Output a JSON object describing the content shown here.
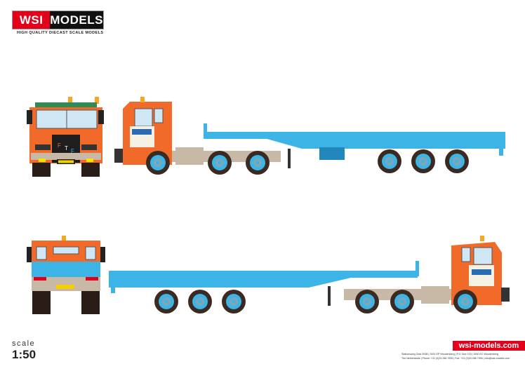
{
  "brand": {
    "logo_left": "WSI",
    "logo_right": "MODELS",
    "tagline": "HIGH QUALITY DIECAST SCALE MODELS"
  },
  "colors": {
    "brand_red": "#e3001b",
    "cab_orange": "#f26a2a",
    "trailer_blue": "#3cb4e6",
    "chassis_beige": "#c8b8a6",
    "cab_cream": "#f4f0e2"
  },
  "views": [
    "front-view",
    "left-side-view",
    "rear-view",
    "right-side-view"
  ],
  "scale": {
    "label": "scale",
    "value": "1:50"
  },
  "footer": {
    "website": "wsi-models.com",
    "address_line1": "Stationsweg Oost 203B | 3931 EP Woudenberg | P.O. Box 103 | 3930 EC Woudenberg",
    "address_line2": "The Netherlands | Phone: +31 (0)33 286 7905 | Fax: +31 (0)33 286 7906 | info@wsi-models.com"
  }
}
